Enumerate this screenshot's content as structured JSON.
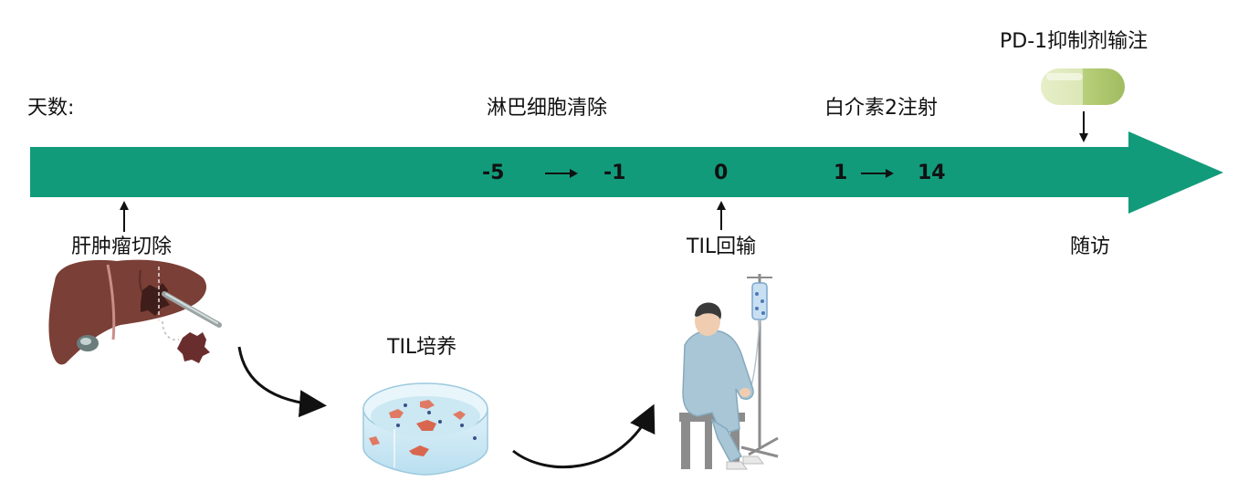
{
  "timeline": {
    "days_label": "天数:",
    "color": "#129b7b",
    "ticks": {
      "start_lymphodepletion": "-5",
      "end_lymphodepletion": "-1",
      "infusion_day": "0",
      "il2_start": "1",
      "il2_end": "14"
    }
  },
  "events": {
    "lymphodepletion": "淋巴细胞清除",
    "il2_injection": "白介素2注射",
    "pd1_infusion": "PD-1抑制剂输注",
    "resection": "肝肿瘤切除",
    "til_infusion": "TIL回输",
    "follow_up": "随访",
    "til_culture": "TIL培养"
  },
  "illustrations": [
    "liver-icon",
    "scalpel-icon",
    "tumor-icon",
    "petri-dish-icon",
    "patient-icon",
    "iv-drip-icon",
    "pill-icon"
  ],
  "colors": {
    "arrow": "#129b7b",
    "liver": "#7a3f36",
    "pill_light": "#e2ecc2",
    "pill_dark": "#a9c46a",
    "gown": "#a9c6d6"
  }
}
